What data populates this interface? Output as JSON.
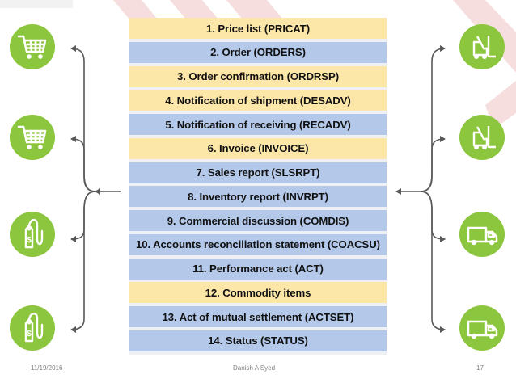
{
  "items": [
    {
      "label": "1. Price list (PRICAT)",
      "color": "yellow"
    },
    {
      "label": "2. Order (ORDERS)",
      "color": "blue"
    },
    {
      "label": "3. Order confirmation (ORDRSP)",
      "color": "yellow"
    },
    {
      "label": "4. Notification of shipment (DESADV)",
      "color": "yellow"
    },
    {
      "label": "5. Notification of receiving (RECADV)",
      "color": "blue"
    },
    {
      "label": "6. Invoice (INVOICE)",
      "color": "yellow"
    },
    {
      "label": "7. Sales report (SLSRPT)",
      "color": "blue"
    },
    {
      "label": "8. Inventory report (INVRPT)",
      "color": "blue"
    },
    {
      "label": "9. Commercial discussion (COMDIS)",
      "color": "blue"
    },
    {
      "label": "10. Accounts reconciliation statement (COACSU)",
      "color": "blue"
    },
    {
      "label": "11. Performance act (ACT)",
      "color": "blue"
    },
    {
      "label": "12. Commodity items",
      "color": "yellow"
    },
    {
      "label": "13. Act of mutual settlement (ACTSET)",
      "color": "blue"
    },
    {
      "label": "14. Status (STATUS)",
      "color": "blue"
    }
  ],
  "colors": {
    "yellow": "#fce6a8",
    "blue": "#b4c9ea",
    "icon_green": "#8cc63e",
    "arrow": "#595959"
  },
  "left_icons": [
    "shopping-cart-icon",
    "shopping-cart-icon",
    "price-tag-icon",
    "price-tag-icon"
  ],
  "right_icons": [
    "forklift-icon",
    "forklift-icon",
    "delivery-truck-icon",
    "delivery-truck-icon"
  ],
  "footer": {
    "date": "11/19/2016",
    "author": "Danish A Syed",
    "page": "17"
  }
}
